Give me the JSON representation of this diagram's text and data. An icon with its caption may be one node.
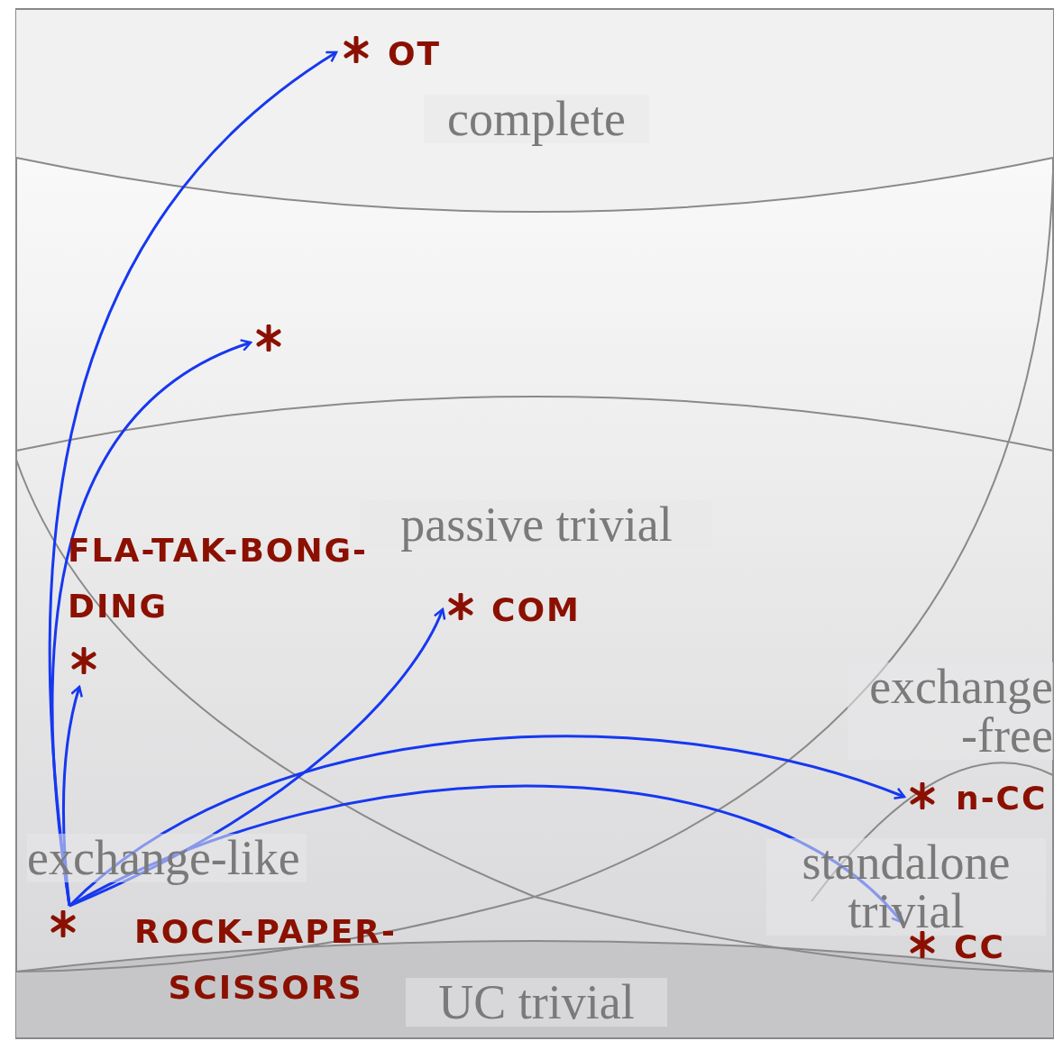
{
  "diagram": {
    "nodes": [
      {
        "text": [
          "OT"
        ]
      },
      {
        "text": [],
        "shape": "asterisk"
      },
      {
        "text": [
          "FLA-TAK-BONG-DING"
        ]
      },
      {
        "text": [
          "COM"
        ]
      },
      {
        "text": [
          "n-CC"
        ]
      },
      {
        "text": [
          "CC"
        ]
      },
      {
        "text": [
          "ROCK-PAPER-SCISSORS"
        ]
      }
    ],
    "edges": [
      {
        "from": 6,
        "to": 0,
        "arrow": "to"
      },
      {
        "from": 6,
        "to": 1,
        "arrow": "to"
      },
      {
        "from": 6,
        "to": 2,
        "arrow": "to"
      },
      {
        "from": 6,
        "to": 3,
        "arrow": "to"
      },
      {
        "from": 6,
        "to": 4,
        "arrow": "to"
      },
      {
        "from": 6,
        "to": 5,
        "arrow": "to"
      }
    ],
    "labels": [
      "complete",
      "passive trivial",
      "exchange -free",
      "exchange-like",
      "standalone trivial",
      "UC trivial"
    ]
  }
}
